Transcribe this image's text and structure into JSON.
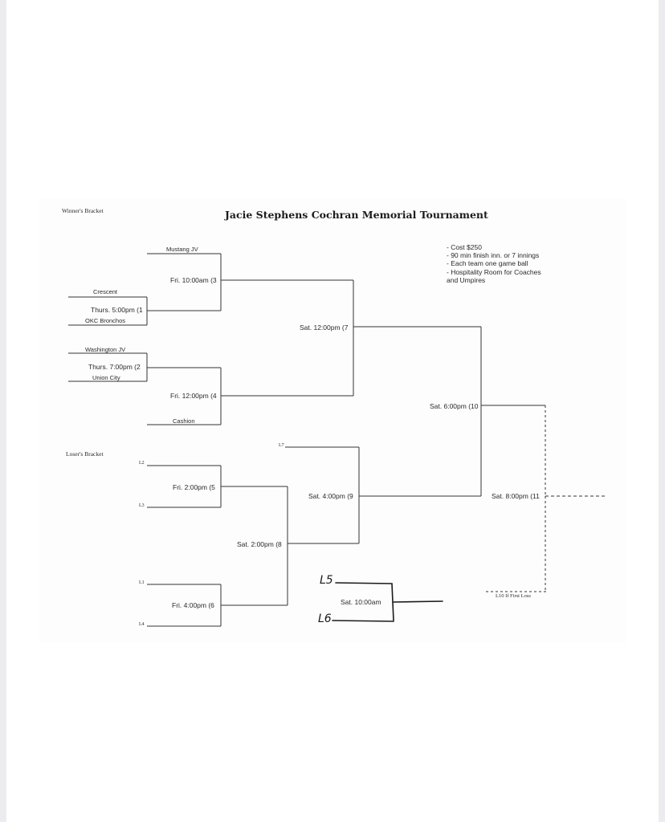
{
  "title": "Jacie Stephens Cochran Memorial Tournament",
  "winners_label": "Winner's Bracket",
  "losers_label": "Loser's Bracket",
  "notes": [
    "- Cost $250",
    "- 90 min finish inn. or 7 innings",
    "- Each team one game ball",
    "- Hospitality Room for Coaches",
    "and Umpires"
  ],
  "teams": {
    "mustang": "Mustang JV",
    "crescent": "Crescent",
    "okc": "OKC Bronchos",
    "washington": "Washington JV",
    "union": "Union City",
    "cashion": "Cashion"
  },
  "games": {
    "g1": "Thurs. 5:00pm (1",
    "g2": "Thurs. 7:00pm (2",
    "g3": "Fri. 10:00am (3",
    "g4": "Fri. 12:00pm (4",
    "g5": "Fri. 2:00pm (5",
    "g6": "Fri. 4:00pm (6",
    "g7": "Sat. 12:00pm (7",
    "g8": "Sat. 2:00pm (8",
    "g9": "Sat. 4:00pm (9",
    "g10": "Sat. 6:00pm (10",
    "g11": "Sat. 8:00pm (11",
    "extra": "Sat. 10:00am"
  },
  "loser_slots": {
    "l2": "L2",
    "l3": "L3",
    "l1": "L1",
    "l4": "L4",
    "l7": "L7"
  },
  "handwritten": {
    "l5": "L5",
    "l6": "L6"
  },
  "if_first_loss": "L10 If First Loss"
}
